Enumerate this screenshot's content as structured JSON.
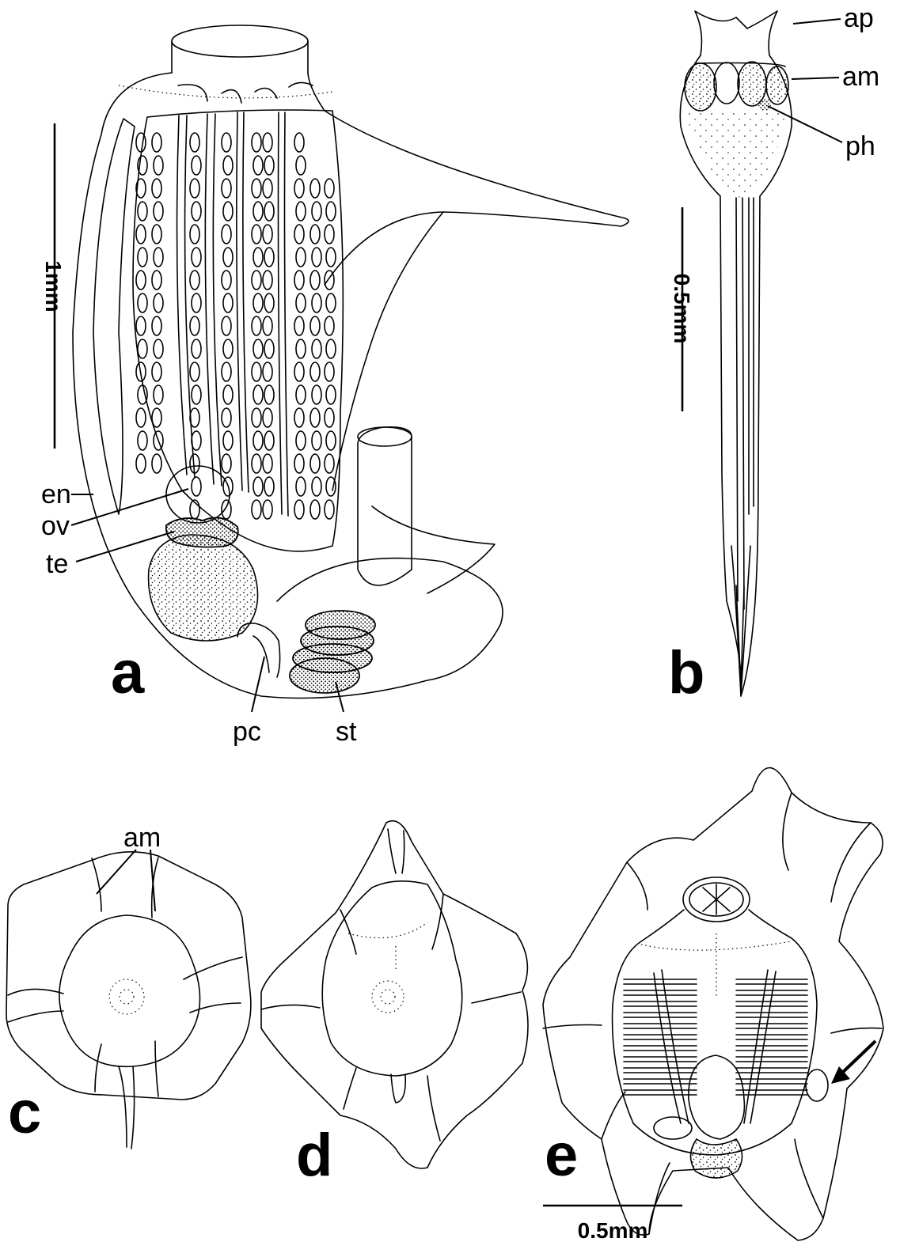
{
  "panels": {
    "a": {
      "label": "a",
      "scale_bar": "1mm",
      "structure_labels": [
        "en",
        "ov",
        "te",
        "pc",
        "st"
      ]
    },
    "b": {
      "label": "b",
      "scale_bar": "0.5mm",
      "structure_labels": [
        "ap",
        "am",
        "ph"
      ]
    },
    "c": {
      "label": "c",
      "structure_labels": [
        "am"
      ]
    },
    "d": {
      "label": "d"
    },
    "e": {
      "label": "e",
      "has_arrow": true
    }
  },
  "shared_scale_bar": "0.5mm"
}
